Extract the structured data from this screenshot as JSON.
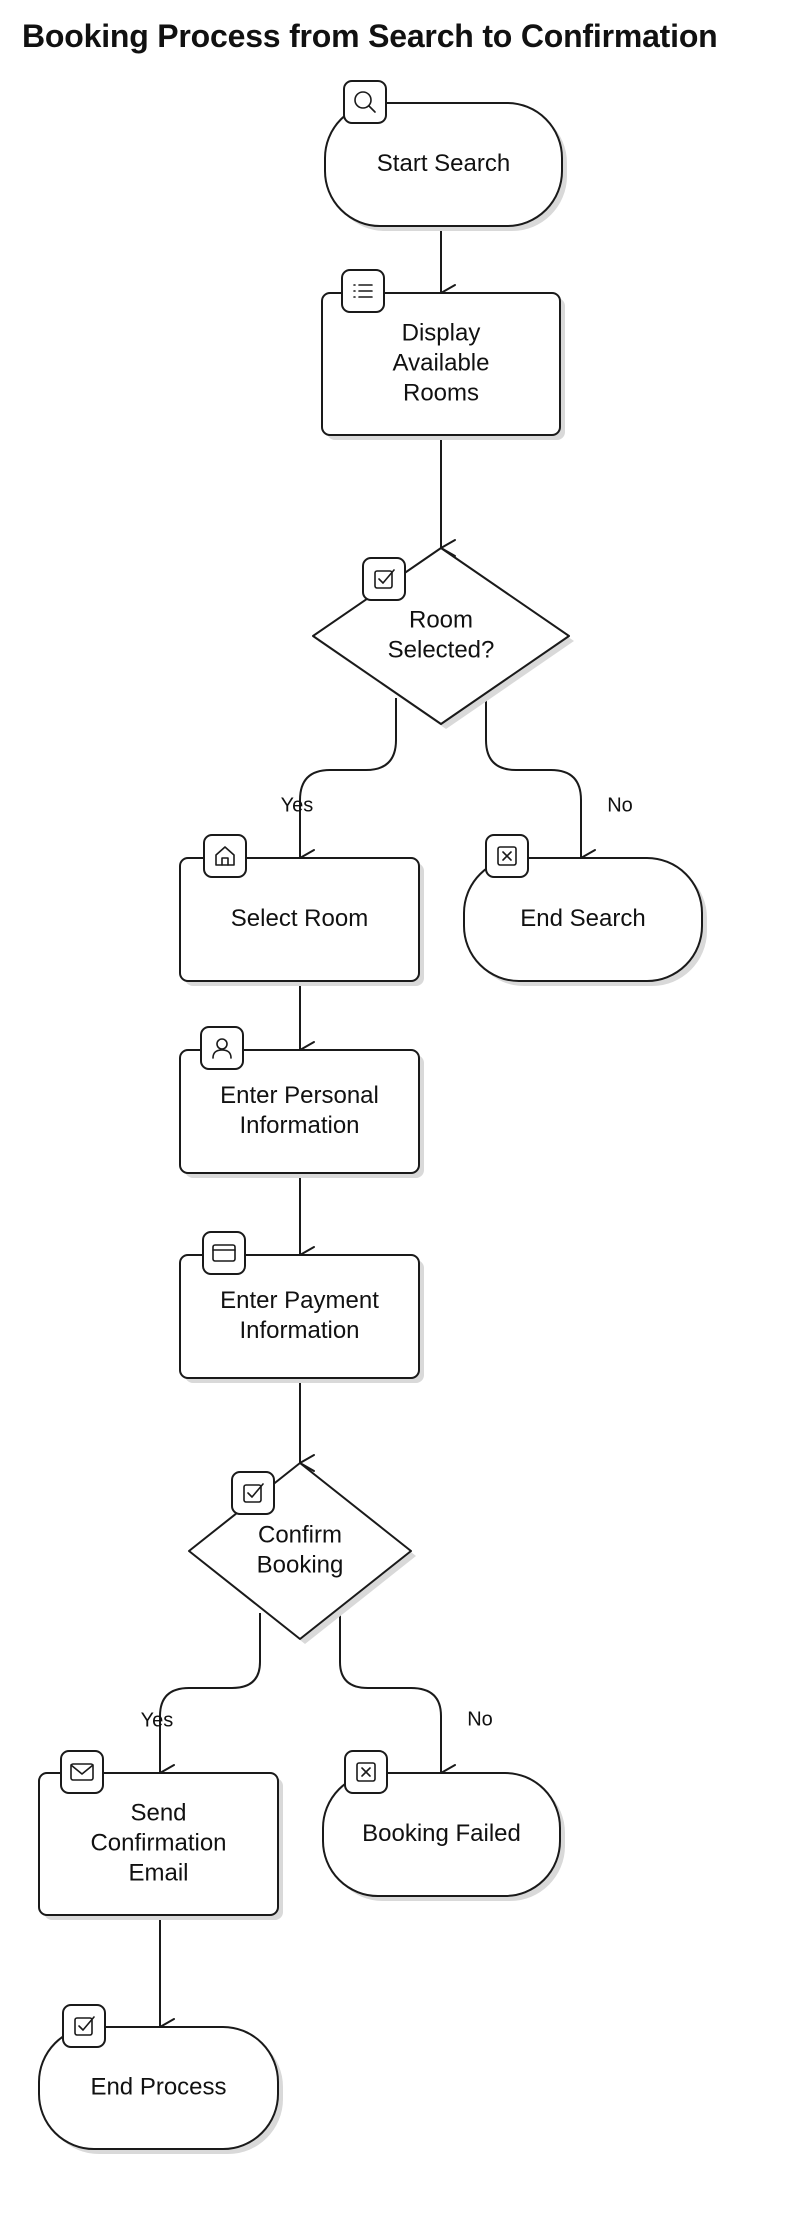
{
  "title": "Booking Process from Search to Confirmation",
  "nodes": {
    "start_search": {
      "label": "Start Search",
      "icon": "search-icon"
    },
    "display_rooms": {
      "label": "Display Available Rooms",
      "icon": "list-icon"
    },
    "room_selected": {
      "label": "Room Selected?",
      "icon": "checkbox-icon"
    },
    "select_room": {
      "label": "Select Room",
      "icon": "home-icon"
    },
    "end_search": {
      "label": "End Search",
      "icon": "close-box-icon"
    },
    "personal_info": {
      "label": "Enter Personal Information",
      "icon": "user-icon"
    },
    "payment_info": {
      "label": "Enter Payment Information",
      "icon": "credit-card-icon"
    },
    "confirm_booking": {
      "label": "Confirm Booking",
      "icon": "checkbox-icon"
    },
    "send_email": {
      "label": "Send Confirmation Email",
      "icon": "mail-icon"
    },
    "booking_failed": {
      "label": "Booking Failed",
      "icon": "close-box-icon"
    },
    "end_process": {
      "label": "End Process",
      "icon": "checkbox-icon"
    }
  },
  "edges": [
    {
      "from": "start_search",
      "to": "display_rooms",
      "label": ""
    },
    {
      "from": "display_rooms",
      "to": "room_selected",
      "label": ""
    },
    {
      "from": "room_selected",
      "to": "select_room",
      "label": "Yes"
    },
    {
      "from": "room_selected",
      "to": "end_search",
      "label": "No"
    },
    {
      "from": "select_room",
      "to": "personal_info",
      "label": ""
    },
    {
      "from": "personal_info",
      "to": "payment_info",
      "label": ""
    },
    {
      "from": "payment_info",
      "to": "confirm_booking",
      "label": ""
    },
    {
      "from": "confirm_booking",
      "to": "send_email",
      "label": "Yes"
    },
    {
      "from": "confirm_booking",
      "to": "booking_failed",
      "label": "No"
    },
    {
      "from": "send_email",
      "to": "end_process",
      "label": ""
    }
  ],
  "colors": {
    "stroke": "#1a1a1a",
    "fill": "#ffffff",
    "shadow": "#d9d9d9",
    "text": "#111111"
  }
}
